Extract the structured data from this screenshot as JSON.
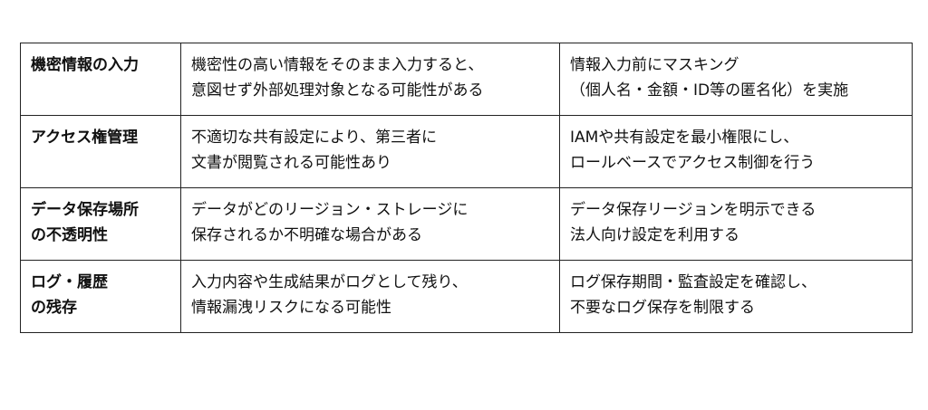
{
  "rows": [
    {
      "category": [
        "機密情報の入力"
      ],
      "risk": [
        "機密性の高い情報をそのまま入力すると、",
        "意図せず外部処理対象となる可能性がある"
      ],
      "measure": [
        "情報入力前にマスキング",
        "（個人名・金額・ID等の匿名化）を実施"
      ]
    },
    {
      "category": [
        "アクセス権管理"
      ],
      "risk": [
        "不適切な共有設定により、第三者に",
        "文書が閲覧される可能性あり"
      ],
      "measure": [
        "IAMや共有設定を最小権限にし、",
        "ロールベースでアクセス制御を行う"
      ]
    },
    {
      "category": [
        "データ保存場所",
        "の不透明性"
      ],
      "risk": [
        "データがどのリージョン・ストレージに",
        "保存されるか不明確な場合がある"
      ],
      "measure": [
        "データ保存リージョンを明示できる",
        "法人向け設定を利用する"
      ]
    },
    {
      "category": [
        "ログ・履歴",
        "の残存"
      ],
      "risk": [
        "入力内容や生成結果がログとして残り、",
        "情報漏洩リスクになる可能性"
      ],
      "measure": [
        "ログ保存期間・監査設定を確認し、",
        "不要なログ保存を制限する"
      ]
    }
  ]
}
